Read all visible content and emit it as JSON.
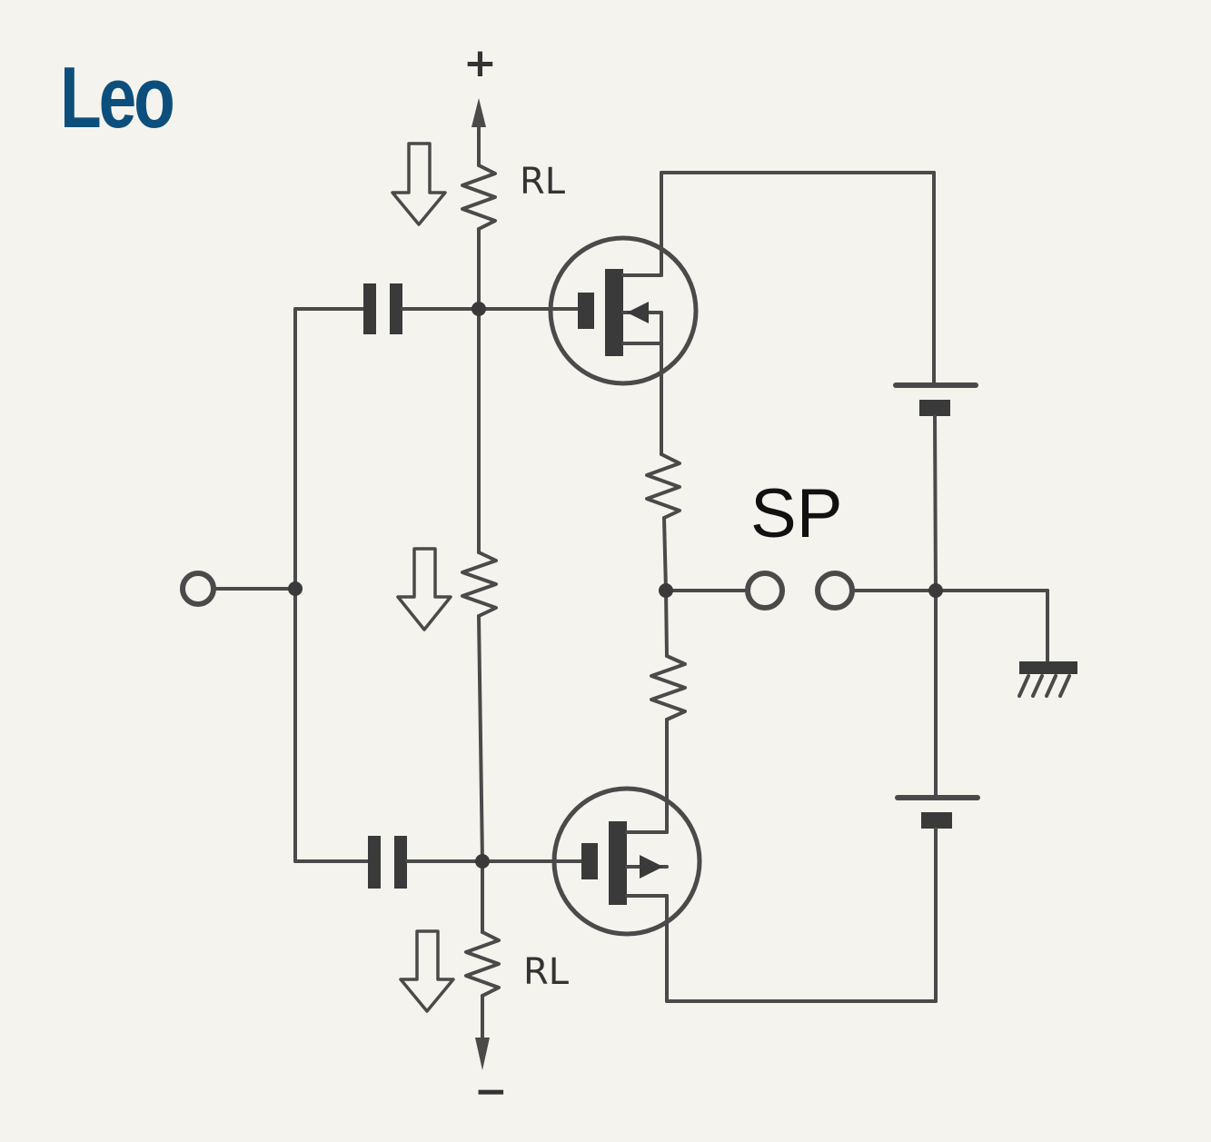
{
  "logo": {
    "text": "Leo"
  },
  "labels": {
    "supply_positive": "+",
    "supply_negative": "−",
    "load_resistor_top": "RL",
    "load_resistor_bottom": "RL",
    "speaker": "SP"
  },
  "colors": {
    "logo": "#0d4f7c",
    "ink": "#4a4a4a",
    "background": "#f4f3ee"
  }
}
